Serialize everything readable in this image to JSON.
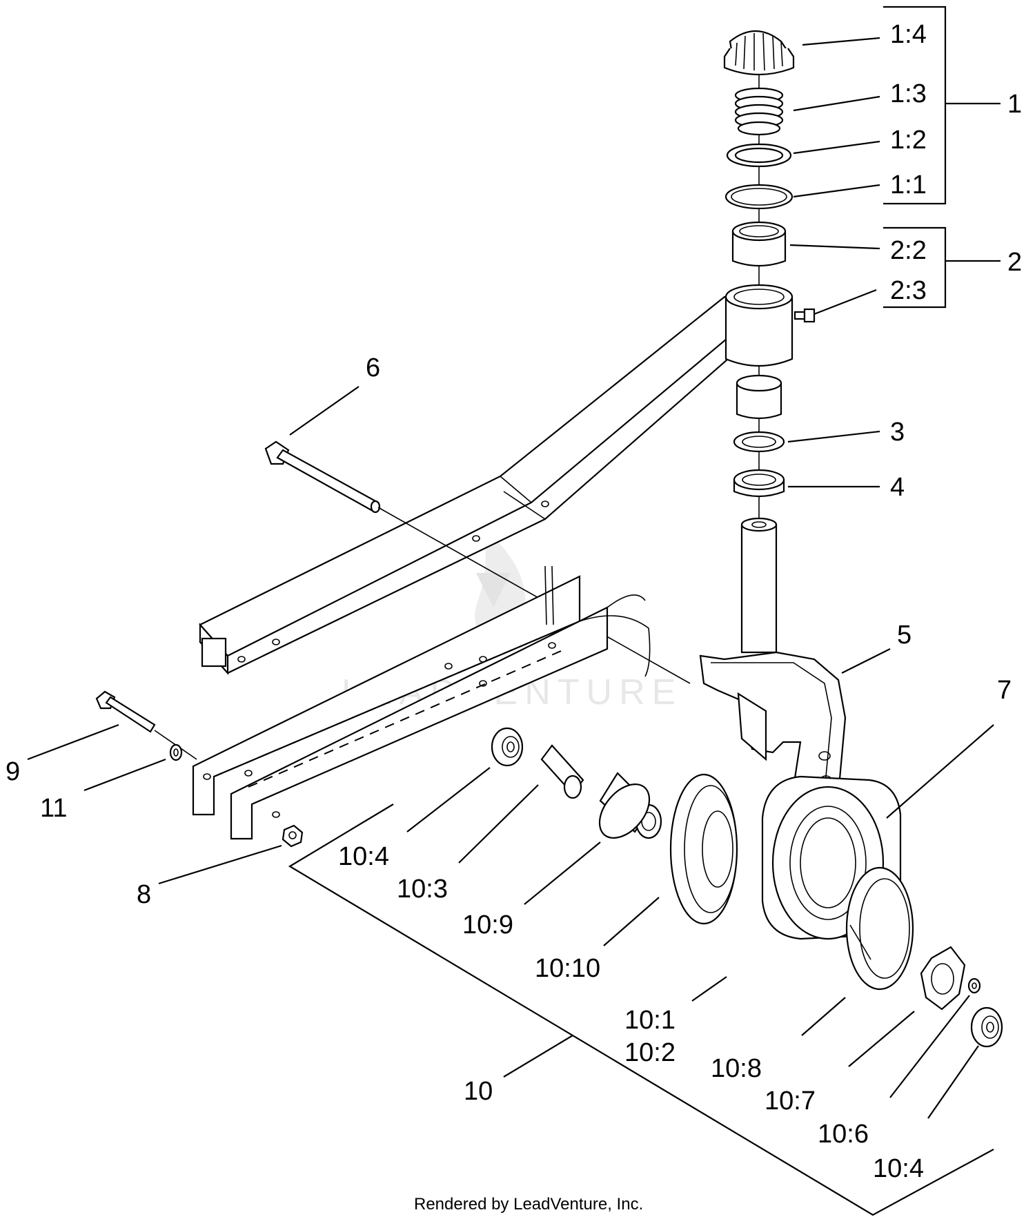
{
  "callouts": {
    "c1_4": "1:4",
    "c1_3": "1:3",
    "c1_2": "1:2",
    "c1_1": "1:1",
    "c1": "1",
    "c2_2": "2:2",
    "c2_3": "2:3",
    "c2": "2",
    "c3": "3",
    "c4": "4",
    "c5": "5",
    "c6": "6",
    "c7": "7",
    "c8": "8",
    "c9": "9",
    "c11": "11",
    "c10_4a": "10:4",
    "c10_3": "10:3",
    "c10_9": "10:9",
    "c10_10": "10:10",
    "c10_1": "10:1",
    "c10_2": "10:2",
    "c10_8": "10:8",
    "c10_7": "10:7",
    "c10_6": "10:6",
    "c10_4b": "10:4",
    "c10": "10"
  },
  "watermark": "LEADVENTURE",
  "credit": "Rendered by LeadVenture, Inc."
}
